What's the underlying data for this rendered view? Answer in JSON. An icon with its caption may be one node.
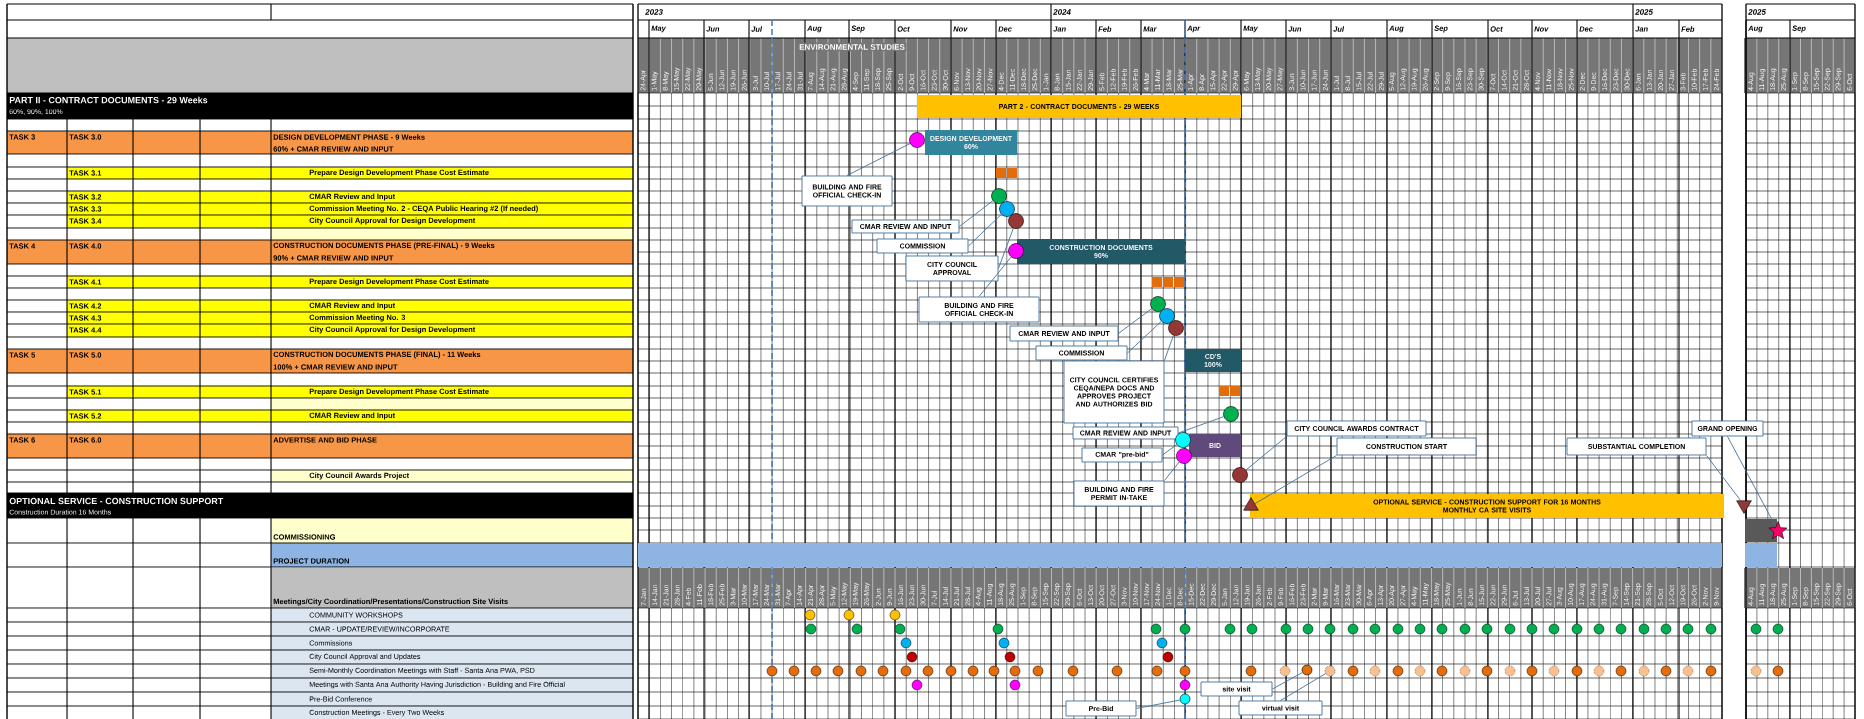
{
  "diagram": {
    "nodes": [
      {
        "text": [
          "PART 2 - CONTRACT DOCUMENTS - 29 WEEKS"
        ]
      },
      {
        "text": [
          "DESIGN DEVELOPMENT",
          "60%"
        ]
      },
      {
        "text": [],
        "shape": "circle"
      },
      {
        "text": [
          "BUILDING AND FIRE OFFICIAL CHECK-IN"
        ]
      },
      {
        "text": [],
        "shape": "circle"
      },
      {
        "text": [],
        "shape": "circle"
      },
      {
        "text": [],
        "shape": "circle"
      },
      {
        "text": [
          "CMAR REVIEW AND INPUT"
        ]
      },
      {
        "text": [
          "COMMISSION"
        ]
      },
      {
        "text": [
          "CITY COUNCIL APPROVAL"
        ]
      },
      {
        "text": [
          "CONSTRUCTION DOCUMENTS",
          "90%"
        ]
      },
      {
        "text": [],
        "shape": "circle"
      },
      {
        "text": [
          "BUILDING AND FIRE OFFICIAL CHECK-IN"
        ]
      },
      {
        "text": [],
        "shape": "circle"
      },
      {
        "text": [],
        "shape": "circle"
      },
      {
        "text": [],
        "shape": "circle"
      },
      {
        "text": [
          "CMAR REVIEW AND INPUT"
        ]
      },
      {
        "text": [
          "COMMISSION"
        ]
      },
      {
        "text": [
          "CD'S",
          "100%"
        ]
      },
      {
        "text": [
          "CITY COUNCIL CERTIFIES CEQA/NEPA DOCS AND APPROVES PROJECT AND AUTHORIZES BID"
        ]
      },
      {
        "text": [],
        "shape": "circle"
      },
      {
        "text": [
          "CMAR REVIEW AND INPUT"
        ]
      },
      {
        "text": [
          "BID"
        ]
      },
      {
        "text": [],
        "shape": "circle"
      },
      {
        "text": [],
        "shape": "circle"
      },
      {
        "text": [
          "CMAR \"pre-bid\""
        ]
      },
      {
        "text": [
          "BUILDING AND FIRE PERMIT IN-TAKE"
        ]
      },
      {
        "text": [],
        "shape": "circle"
      },
      {
        "text": [
          "CITY COUNCIL AWARDS CONTRACT"
        ]
      },
      {
        "text": [
          "CONSTRUCTION START"
        ]
      },
      {
        "text": [
          "GRAND OPENING"
        ]
      },
      {
        "text": [
          "SUBSTANTIAL COMPLETION"
        ]
      },
      {
        "text": [],
        "shape": "triangle"
      },
      {
        "text": [
          "OPTIONAL SERVICE - CONSTRUCTION SUPPORT FOR 16 MONTHS",
          "MONTHLY CA SITE VISITS"
        ]
      },
      {
        "text": [],
        "shape": "triangle"
      },
      {
        "text": [],
        "shape": "star"
      },
      {
        "text": [],
        "shape": "circle"
      },
      {
        "text": [],
        "shape": "circle"
      },
      {
        "text": [],
        "shape": "circle"
      },
      {
        "text": [
          "site visit"
        ]
      },
      {
        "text": [
          "Pre-Bid"
        ]
      },
      {
        "text": [
          "virtual visit"
        ]
      },
      {
        "text": [],
        "shape": "bar"
      },
      {
        "text": [],
        "shape": "bar"
      },
      {
        "text": [],
        "shape": "bar"
      }
    ],
    "edges": [
      {
        "from": 3,
        "to": 2,
        "arrow": "none"
      },
      {
        "from": 7,
        "to": 4,
        "arrow": "none"
      },
      {
        "from": 8,
        "to": 5,
        "arrow": "none"
      },
      {
        "from": 9,
        "to": 6,
        "arrow": "none"
      },
      {
        "from": 12,
        "to": 11,
        "arrow": "none"
      },
      {
        "from": 16,
        "to": 13,
        "arrow": "none"
      },
      {
        "from": 17,
        "to": 14,
        "arrow": "none"
      },
      {
        "from": 19,
        "to": 15,
        "arrow": "none"
      },
      {
        "from": 21,
        "to": 20,
        "arrow": "none"
      },
      {
        "from": 25,
        "to": 23,
        "arrow": "none"
      },
      {
        "from": 26,
        "to": 24,
        "arrow": "none"
      },
      {
        "from": 28,
        "to": 27,
        "arrow": "none"
      },
      {
        "from": 29,
        "to": 32,
        "arrow": "none"
      },
      {
        "from": 31,
        "to": 34,
        "arrow": "none"
      },
      {
        "from": 30,
        "to": 35,
        "arrow": "none"
      },
      {
        "from": 39,
        "to": 36,
        "arrow": "none"
      },
      {
        "from": 41,
        "to": 37,
        "arrow": "none"
      },
      {
        "from": 40,
        "to": 38,
        "arrow": "none"
      }
    ],
    "labels": [
      "2023",
      "2024",
      "2025",
      "2025",
      "May",
      "Jun",
      "Jul",
      "Aug",
      "Sep",
      "Oct",
      "Nov",
      "Dec",
      "Jan",
      "Feb",
      "Mar",
      "Apr",
      "May",
      "Jun",
      "Jul",
      "Aug",
      "Sep",
      "Oct",
      "Nov",
      "Dec",
      "Jan",
      "Feb",
      "Aug",
      "Sep",
      "ENVIRONMENTAL STUDIES",
      "24-Apr",
      "1-May",
      "8-May",
      "15-May",
      "22-May",
      "29-May",
      "5-Jun",
      "12-Jun",
      "19-Jun",
      "26-Jun",
      "3-Jul",
      "10-Jul",
      "17-Jul",
      "24-Jul",
      "31-Jul",
      "7-Aug",
      "14-Aug",
      "21-Aug",
      "28-Aug",
      "4-Sep",
      "11-Sep",
      "18-Sep",
      "25-Sep",
      "2-Oct",
      "9-Oct",
      "16-Oct",
      "23-Oct",
      "30-Oct",
      "6-Nov",
      "13-Nov",
      "20-Nov",
      "27-Nov",
      "4-Dec",
      "11-Dec",
      "18-Dec",
      "25-Dec",
      "1-Jan",
      "8-Jan",
      "15-Jan",
      "22-Jan",
      "29-Jan",
      "5-Feb",
      "12-Feb",
      "19-Feb",
      "26-Feb",
      "4-Mar",
      "11-Mar",
      "18-Mar",
      "25-Mar",
      "1-Apr",
      "8-Apr",
      "15-Apr",
      "22-Apr",
      "29-Apr",
      "6-May",
      "13-May",
      "20-May",
      "27-May",
      "3-Jun",
      "10-Jun",
      "17-Jun",
      "24-Jun",
      "1-Jul",
      "8-Jul",
      "15-Jul",
      "22-Jul",
      "29-Jul",
      "5-Aug",
      "12-Aug",
      "19-Aug",
      "26-Aug",
      "2-Sep",
      "9-Sep",
      "16-Sep",
      "23-Sep",
      "30-Sep",
      "7-Oct",
      "14-Oct",
      "21-Oct",
      "28-Oct",
      "4-Nov",
      "11-Nov",
      "18-Nov",
      "25-Nov",
      "2-Dec",
      "9-Dec",
      "16-Dec",
      "23-Dec",
      "30-Dec",
      "6-Jan",
      "13-Jan",
      "20-Jan",
      "27-Jan",
      "3-Feb",
      "10-Feb",
      "17-Feb",
      "24-Feb",
      "4-Aug",
      "11-Aug",
      "18-Aug",
      "25-Aug",
      "1-Sep",
      "8-Sep",
      "15-Sep",
      "22-Sep",
      "29-Sep",
      "6-Oct",
      "PART II - CONTRACT DOCUMENTS - 29 Weeks",
      "60%, 90%, 100%",
      "TASK 3",
      "TASK 3.0",
      "DESIGN DEVELOPMENT PHASE - 9 Weeks",
      "60% + CMAR REVIEW AND INPUT",
      "TASK 3.1",
      "Prepare Design Development Phase Cost Estimate",
      "TASK 3.2",
      "CMAR Review and Input",
      "TASK 3.3",
      "Commission Meeting No. 2 - CEQA Public Hearing #2 (If needed)",
      "TASK 3.4",
      "City Council Approval for Design Development",
      "TASK 4",
      "TASK 4.0",
      "CONSTRUCTION DOCUMENTS PHASE (PRE-FINAL) - 9 Weeks",
      "90% + CMAR REVIEW AND INPUT",
      "TASK 4.1",
      "Prepare Design Development Phase Cost Estimate",
      "TASK 4.2",
      "CMAR Review and Input",
      "TASK 4.3",
      "Commission Meeting No. 3",
      "TASK 4.4",
      "City Council Approval for Design Development",
      "TASK 5",
      "TASK 5.0",
      "CONSTRUCTION DOCUMENTS PHASE (FINAL) - 11 Weeks",
      "100% + CMAR REVIEW AND INPUT",
      "TASK 5.1",
      "Prepare Design Development Phase Cost Estimate",
      "TASK 5.2",
      "CMAR Review and Input",
      "TASK 6",
      "TASK 6.0",
      "ADVERTISE AND BID PHASE",
      "City Council Awards Project",
      "OPTIONAL SERVICE - CONSTRUCTION SUPPORT",
      "Construction Duration 16 Months",
      "COMMISSIONING",
      "PROJECT DURATION",
      "Meetings/City Coordination/Presentations/Construction Site Visits",
      "7-Jan",
      "14-Jan",
      "21-Jan",
      "28-Jan",
      "4-Feb",
      "11-Feb",
      "18-Feb",
      "25-Feb",
      "3-Mar",
      "10-Mar",
      "17-Mar",
      "24-Mar",
      "31-Mar",
      "7-Apr",
      "14-Apr",
      "21-Apr",
      "28-Apr",
      "5-May",
      "12-May",
      "19-May",
      "26-May",
      "2-Jun",
      "9-Jun",
      "16-Jun",
      "23-Jun",
      "30-Jun",
      "7-Jul",
      "14-Jul",
      "21-Jul",
      "28-Jul",
      "4-Aug",
      "11-Aug",
      "18-Aug",
      "25-Aug",
      "1-Sep",
      "8-Sep",
      "15-Sep",
      "22-Sep",
      "29-Sep",
      "6-Oct",
      "13-Oct",
      "20-Oct",
      "27-Oct",
      "3-Nov",
      "10-Nov",
      "17-Nov",
      "24-Nov",
      "1-Dec",
      "8-Dec",
      "15-Dec",
      "22-Dec",
      "29-Dec",
      "5-Jan",
      "12-Jan",
      "19-Jan",
      "26-Jan",
      "2-Feb",
      "9-Feb",
      "16-Feb",
      "23-Feb",
      "2-Mar",
      "9-Mar",
      "16-Mar",
      "23-Mar",
      "30-Mar",
      "6-Apr",
      "13-Apr",
      "20-Apr",
      "27-Apr",
      "4-May",
      "11-May",
      "18-May",
      "25-May",
      "1-Jun",
      "8-Jun",
      "15-Jun",
      "22-Jun",
      "29-Jun",
      "6-Jul",
      "13-Jul",
      "20-Jul",
      "27-Jul",
      "3-Aug",
      "10-Aug",
      "17-Aug",
      "24-Aug",
      "31-Aug",
      "7-Sep",
      "14-Sep",
      "21-Sep",
      "28-Sep",
      "5-Oct",
      "12-Oct",
      "19-Oct",
      "26-Oct",
      "2-Nov",
      "9-Nov",
      "4-Aug",
      "11-Aug",
      "18-Aug",
      "25-Aug",
      "1-Sep",
      "8-Sep",
      "15-Sep",
      "22-Sep",
      "29-Sep",
      "6-Oct",
      "COMMUNITY WORKSHOPS",
      "CMAR - UPDATE/REVIEW/INCORPORATE",
      "Commissions",
      "City Council Approval and Updates",
      "Semi-Monthly Coordination Meetings with Staff - Santa Ana PWA, PSD",
      "Meetings with Santa Ana Authority Having Jurisdiction  - Building and Fire Official",
      "Pre-Bid Conference",
      "Construction Meetings - Every Two Weeks"
    ]
  }
}
